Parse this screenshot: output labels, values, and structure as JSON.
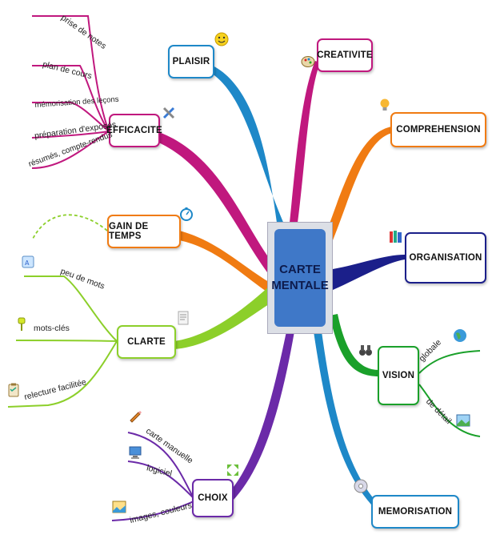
{
  "center": {
    "line1": "CARTE",
    "line2": "MENTALE"
  },
  "branches": {
    "plaisir": "PLAISIR",
    "creativite": "CREATIVITE",
    "efficacite": "EFFICACITE",
    "comprehension": "COMPREHENSION",
    "gain_de_temps": "GAIN DE TEMPS",
    "organisation": "ORGANISATION",
    "clarte": "CLARTE",
    "vision": "VISION",
    "choix": "CHOIX",
    "memorisation": "MEMORISATION"
  },
  "leaves": {
    "efficacite": [
      "prise de notes",
      "plan de cours",
      "mémorisation des leçons",
      "préparation d'exposés",
      "résumés, compte-rendus"
    ],
    "clarte": [
      "peu de mots",
      "mots-clés",
      "relecture facilitée"
    ],
    "vision": [
      "globale",
      "de détail"
    ],
    "choix": [
      "carte manuelle",
      "logiciel",
      "images, couleurs"
    ]
  },
  "colors": {
    "plaisir": "#1e88c8",
    "creativite": "#c0187e",
    "efficacite": "#c0187e",
    "comprehension": "#f07b12",
    "gain_de_temps": "#f07b12",
    "organisation": "#1b1f8a",
    "clarte": "#8ccf2a",
    "vision": "#1aa02a",
    "choix": "#6b2aa8",
    "memorisation": "#1e88c8"
  }
}
